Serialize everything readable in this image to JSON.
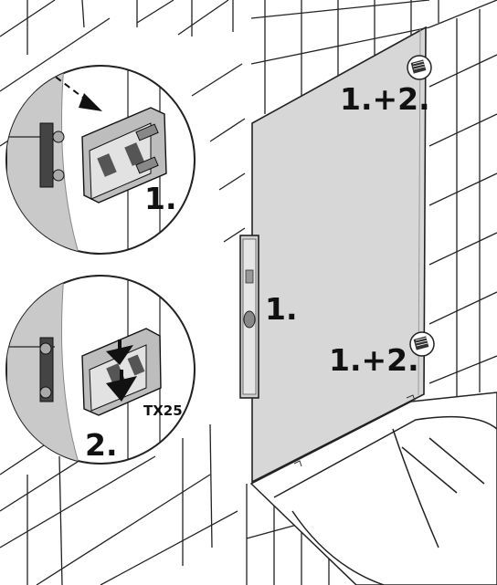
{
  "labels": {
    "bracket_top": "1.+2.",
    "bracket_bottom": "1.+2.",
    "level_step": "1.",
    "detail_top_step": "1.",
    "detail_bottom_step": "2.",
    "tool": "TX25"
  }
}
